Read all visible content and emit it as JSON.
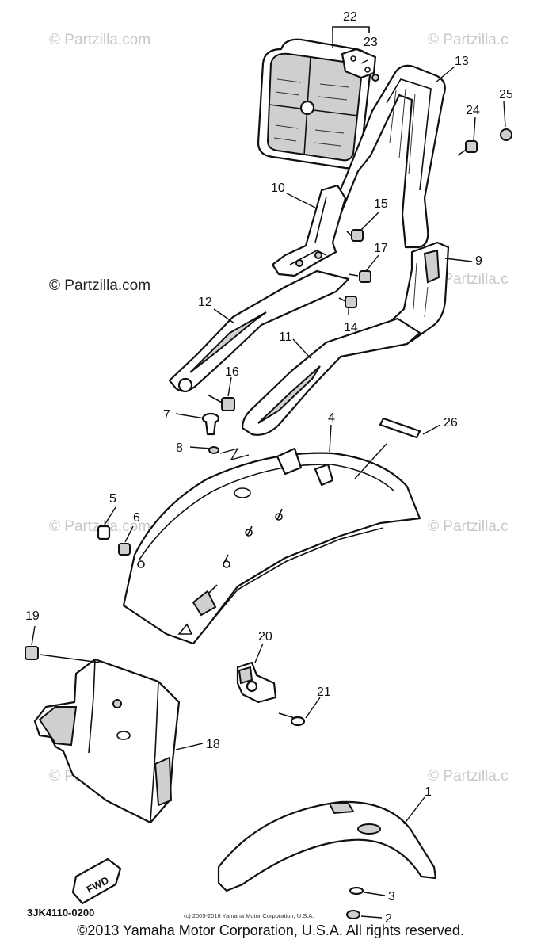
{
  "watermark": "© Partzilla.com",
  "watermark_partial": "© Partzilla.c",
  "diagram_code": "3JK4110-0200",
  "fwd_label": "FWD",
  "small_copyright": "(c) 2005-2016 Yamaha Motor Corporation, U.S.A.",
  "copyright": "©2013 Yamaha Motor Corporation, U.S.A. All rights reserved.",
  "callouts": [
    {
      "id": "c1",
      "label": "1"
    },
    {
      "id": "c2",
      "label": "2"
    },
    {
      "id": "c3",
      "label": "3"
    },
    {
      "id": "c4",
      "label": "4"
    },
    {
      "id": "c5",
      "label": "5"
    },
    {
      "id": "c6",
      "label": "6"
    },
    {
      "id": "c7",
      "label": "7"
    },
    {
      "id": "c8",
      "label": "8"
    },
    {
      "id": "c9",
      "label": "9"
    },
    {
      "id": "c10",
      "label": "10"
    },
    {
      "id": "c11",
      "label": "11"
    },
    {
      "id": "c12",
      "label": "12"
    },
    {
      "id": "c13",
      "label": "13"
    },
    {
      "id": "c14",
      "label": "14"
    },
    {
      "id": "c15",
      "label": "15"
    },
    {
      "id": "c16",
      "label": "16"
    },
    {
      "id": "c17",
      "label": "17"
    },
    {
      "id": "c18",
      "label": "18"
    },
    {
      "id": "c19",
      "label": "19"
    },
    {
      "id": "c20",
      "label": "20"
    },
    {
      "id": "c21",
      "label": "21"
    },
    {
      "id": "c22",
      "label": "22"
    },
    {
      "id": "c23",
      "label": "23"
    },
    {
      "id": "c24",
      "label": "24"
    },
    {
      "id": "c25",
      "label": "25"
    },
    {
      "id": "c26",
      "label": "26"
    }
  ]
}
